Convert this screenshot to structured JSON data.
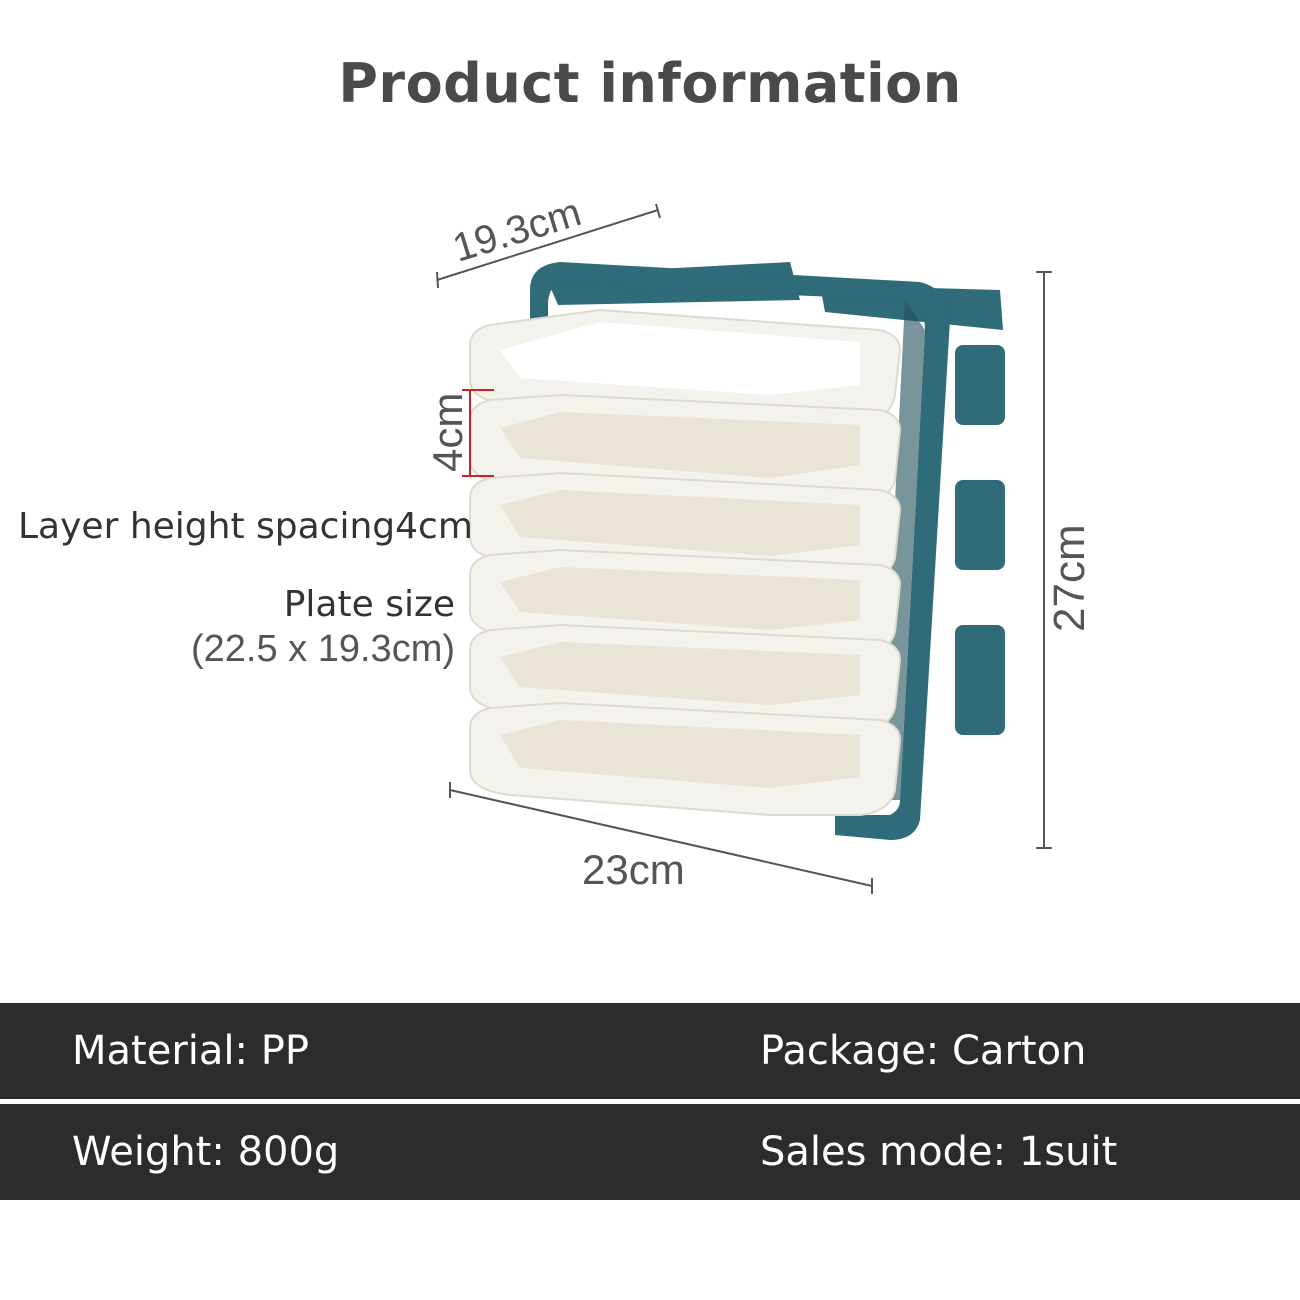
{
  "title": "Product information",
  "dimensions": {
    "depth": "19.3cm",
    "width": "23cm",
    "height": "27cm",
    "layer_gap": "4cm"
  },
  "callouts": {
    "layer_spacing": "Layer height spacing4cm",
    "plate_size_title": "Plate size",
    "plate_size_dims": "(22.5 x 19.3cm)"
  },
  "specs": [
    {
      "left": {
        "label": "Material:",
        "value": "PP"
      },
      "right": {
        "label": "Package:",
        "value": "Carton"
      }
    },
    {
      "left": {
        "label": "Weight:",
        "value": "800g"
      },
      "right": {
        "label": "Sales mode:",
        "value": "1suit"
      }
    }
  ],
  "colors": {
    "rack": "#2f6b78",
    "rack_dark": "#1f4f5a",
    "tray": "#f4f2ec",
    "tray_inner": "#e9e4d6",
    "spec_bar": "#2c2c2c",
    "marker": "#cc2222"
  }
}
